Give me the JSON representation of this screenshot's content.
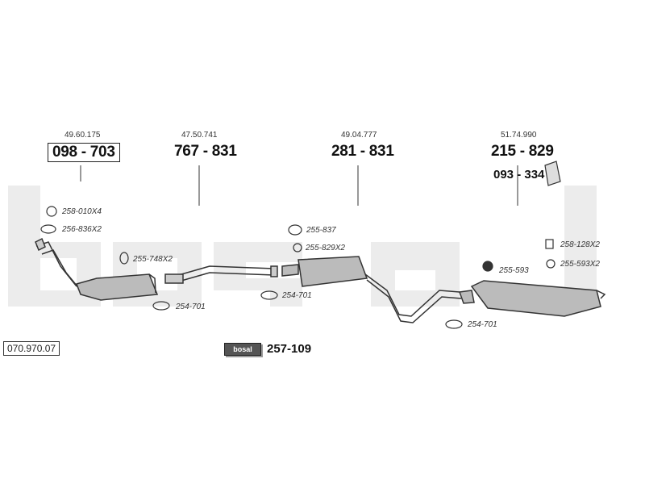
{
  "catalog_number": "070.970.07",
  "brand": "bosal",
  "groups": [
    {
      "ref": "49.60.175",
      "part": "098 - 703"
    },
    {
      "ref": "47.50.741",
      "part": "767 - 831"
    },
    {
      "ref": "49.04.777",
      "part": "281 - 831"
    },
    {
      "ref": "51.74.990",
      "part": "215 - 829"
    }
  ],
  "rear_bracket": "093 - 334",
  "accessories": {
    "a1": "258-010X4",
    "a2": "256-836X2",
    "a3": "255-748X2",
    "a4": "254-701",
    "a5": "255-837",
    "a6": "255-829X2",
    "a7": "254-701",
    "a8": "258-128X2",
    "a9": "255-593",
    "a10": "255-593X2",
    "a11": "254-701"
  },
  "kit": "257-109"
}
